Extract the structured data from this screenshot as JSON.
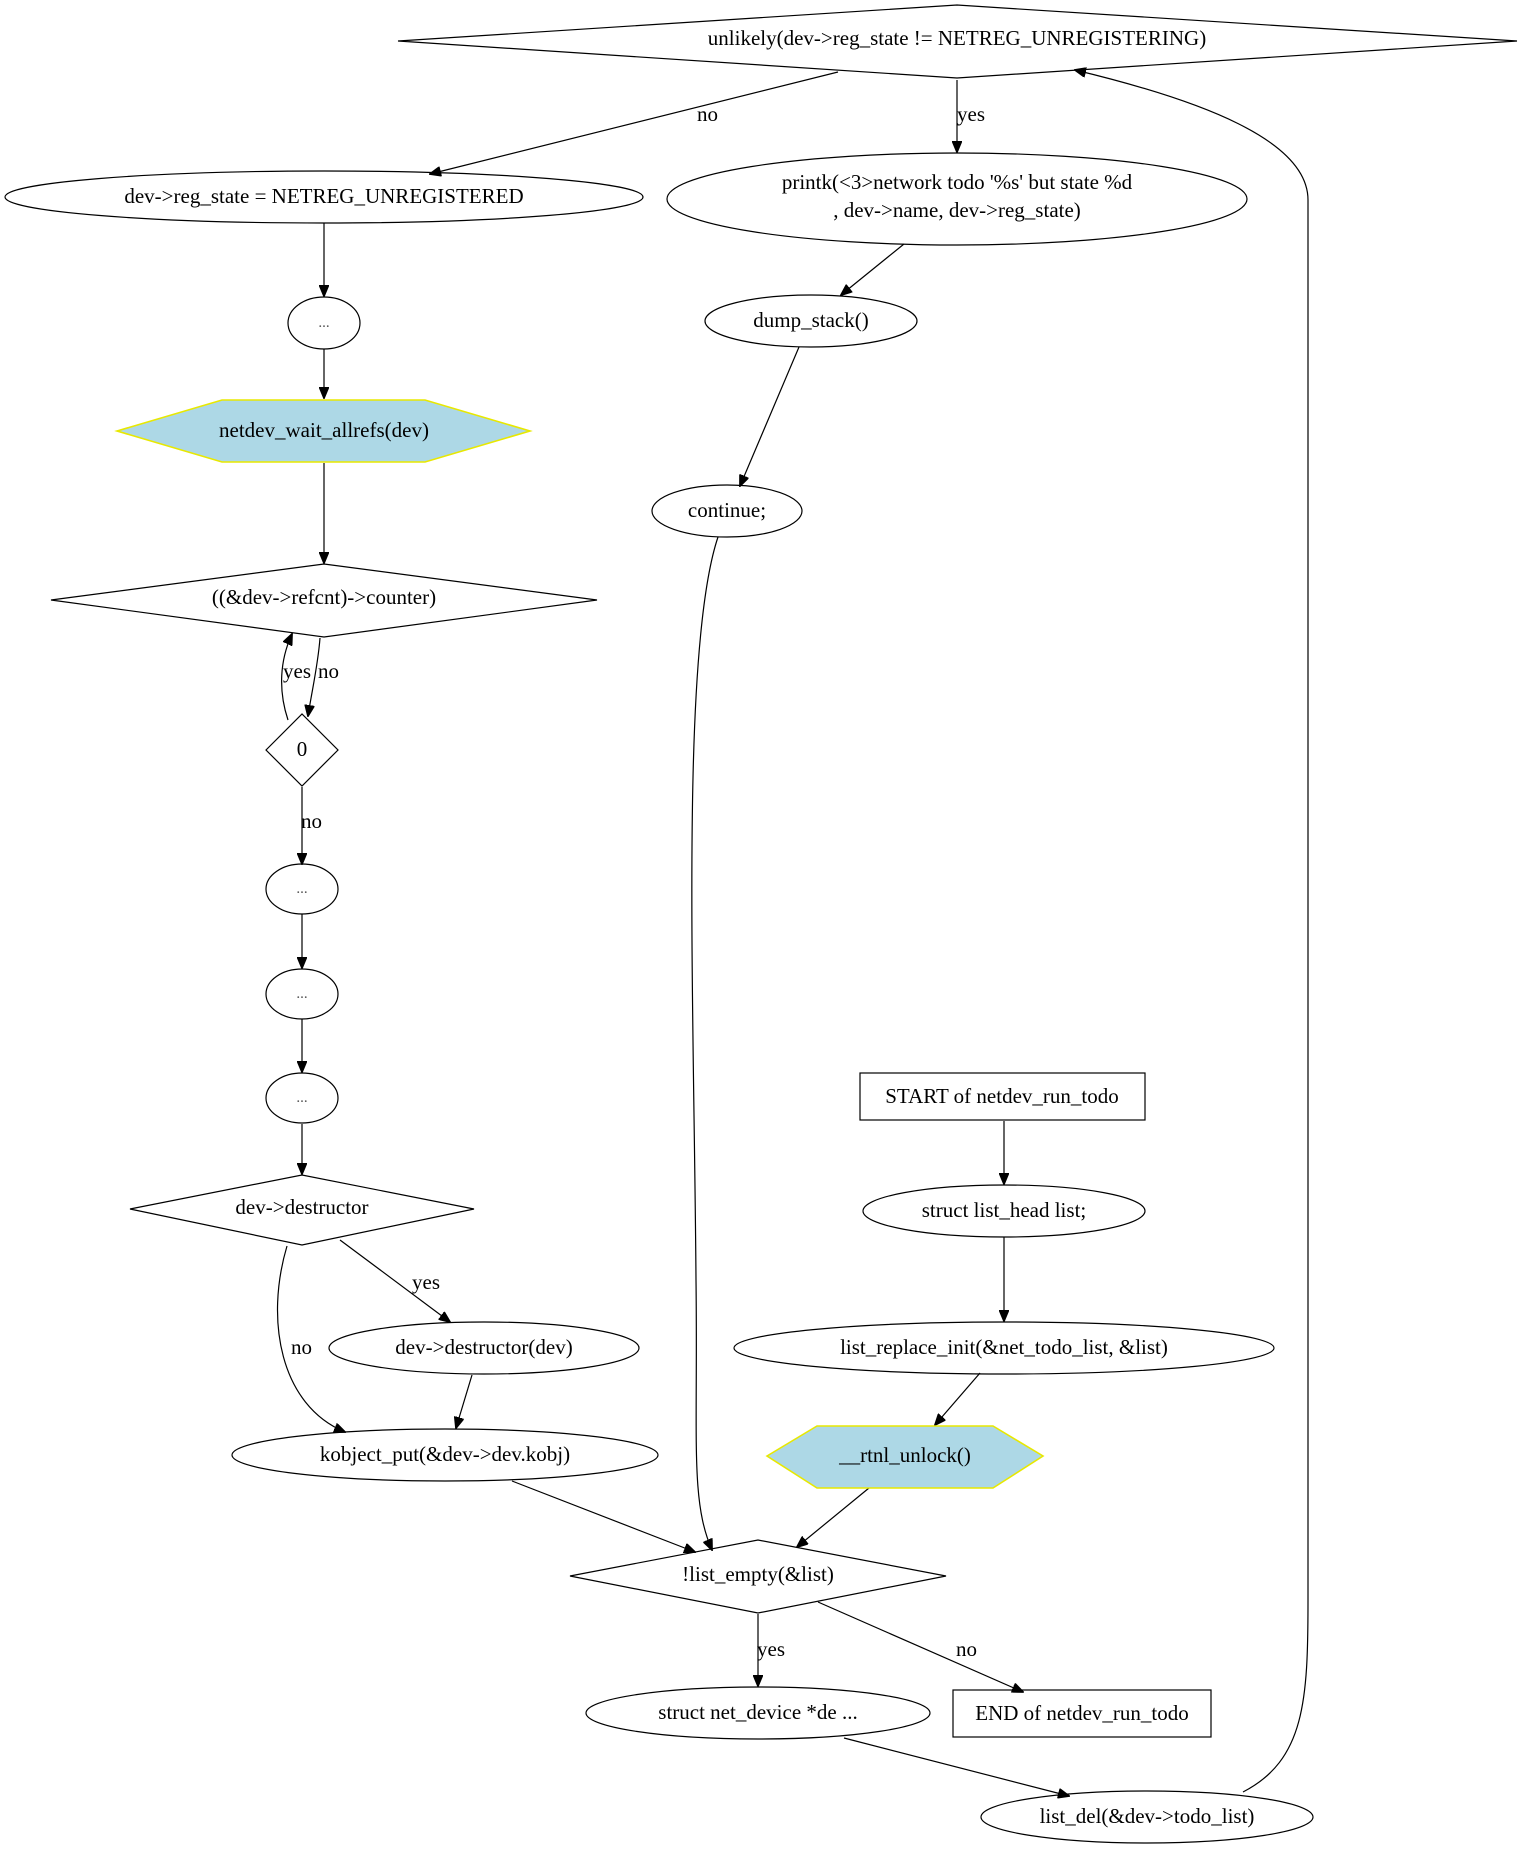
{
  "nodes": {
    "unlikely": "unlikely(dev->reg_state != NETREG_UNREGISTERING)",
    "reg_state_set": "dev->reg_state = NETREG_UNREGISTERED",
    "printk_line1": "printk(<3>network todo '%s' but state %d",
    "printk_line2": ", dev->name, dev->reg_state)",
    "dump_stack": "dump_stack()",
    "continue": "continue;",
    "ellipsis": "...",
    "netdev_wait": "netdev_wait_allrefs(dev)",
    "refcnt": "((&dev->refcnt)->counter)",
    "zero": "0",
    "destructor_check": "dev->destructor",
    "destructor_call": "dev->destructor(dev)",
    "kobject_put": "kobject_put(&dev->dev.kobj)",
    "start": "START of netdev_run_todo",
    "list_head": "struct list_head list;",
    "list_replace": "list_replace_init(&net_todo_list, &list)",
    "rtnl_unlock": "__rtnl_unlock()",
    "list_empty": "!list_empty(&list)",
    "net_device": "struct net_device *de ...",
    "end": "END of netdev_run_todo",
    "list_del": "list_del(&dev->todo_list)"
  },
  "edge_labels": {
    "yes": "yes",
    "no": "no"
  }
}
